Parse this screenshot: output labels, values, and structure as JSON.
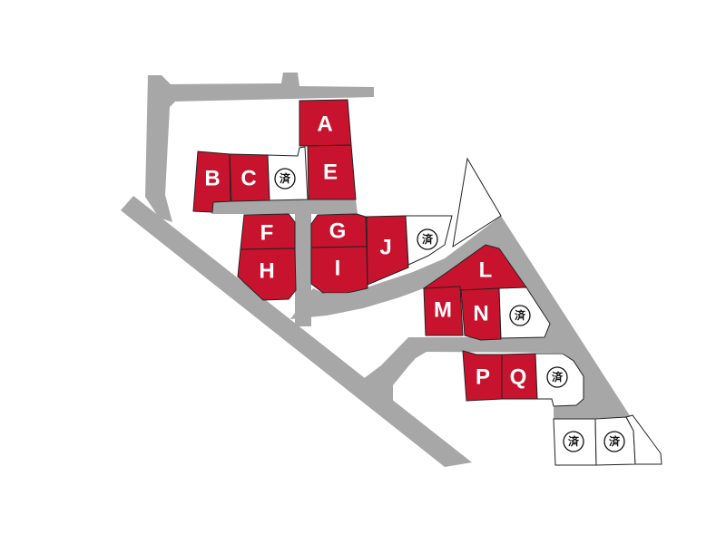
{
  "map": {
    "colors": {
      "available": "#c8132e",
      "sold": "#ffffff",
      "road": "#a6a7a6"
    },
    "sold_mark": "済",
    "lots": [
      {
        "label": "A",
        "status": "available"
      },
      {
        "label": "B",
        "status": "available"
      },
      {
        "label": "C",
        "status": "available"
      },
      {
        "label": "E",
        "status": "available"
      },
      {
        "label": "F",
        "status": "available"
      },
      {
        "label": "G",
        "status": "available"
      },
      {
        "label": "H",
        "status": "available"
      },
      {
        "label": "I",
        "status": "available"
      },
      {
        "label": "J",
        "status": "available"
      },
      {
        "label": "L",
        "status": "available"
      },
      {
        "label": "M",
        "status": "available"
      },
      {
        "label": "N",
        "status": "available"
      },
      {
        "label": "P",
        "status": "available"
      },
      {
        "label": "Q",
        "status": "available"
      }
    ],
    "sold_lots_count": 6
  }
}
